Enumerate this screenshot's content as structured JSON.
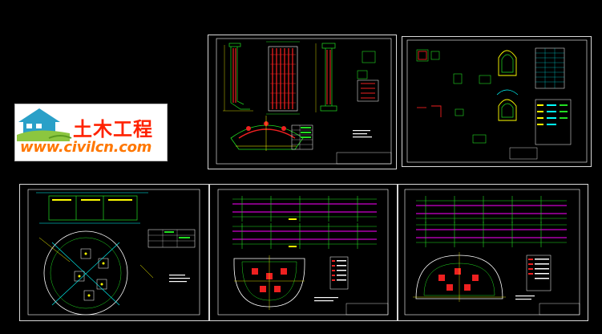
{
  "logo": {
    "cn_text": "土木工程",
    "url_text": "www.civilcn.com",
    "icon": "house-icon",
    "colors": {
      "cn": "#ff2200",
      "url": "#ff7700",
      "roof": "#2aa0c8",
      "wall": "#8cc63f"
    }
  },
  "colors": {
    "background": "#000000",
    "sheet_border": "#d8d8d8",
    "green": "#22dd22",
    "red": "#ee2020",
    "magenta": "#ff00ff",
    "cyan": "#00ffff",
    "yellow": "#ffff00",
    "white": "#ffffff",
    "blue": "#4060ff"
  },
  "sheets": [
    {
      "id": "sheet-1",
      "content": "section-and-reinforcement"
    },
    {
      "id": "sheet-2",
      "content": "details-and-tables"
    },
    {
      "id": "sheet-3",
      "content": "circular-plan"
    },
    {
      "id": "sheet-4",
      "content": "elevation-and-half-plan"
    },
    {
      "id": "sheet-5",
      "content": "elevation-and-half-plan"
    }
  ]
}
